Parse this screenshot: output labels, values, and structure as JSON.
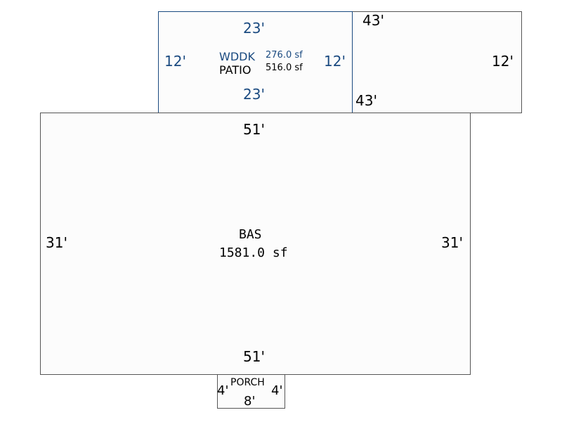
{
  "colors": {
    "outline_black": "#555555",
    "outline_blue": "#1a4a80",
    "text_blue": "#1a4a80",
    "fill": "#fcfcfc"
  },
  "wddk": {
    "name": "WDDK",
    "area": "276.0 sf",
    "dim_top": "23'",
    "dim_bottom": "23'",
    "dim_left": "12'",
    "dim_right": "12'"
  },
  "patio": {
    "name": "PATIO",
    "area": "516.0 sf",
    "dim_top": "43'",
    "dim_bottom": "43'",
    "dim_right": "12'"
  },
  "bas": {
    "name": "BAS",
    "area": "1581.0 sf",
    "dim_top": "51'",
    "dim_bottom": "51'",
    "dim_left": "31'",
    "dim_right": "31'"
  },
  "porch": {
    "name": "PORCH",
    "dim_bottom": "8'",
    "dim_left": "4'",
    "dim_right": "4'"
  }
}
